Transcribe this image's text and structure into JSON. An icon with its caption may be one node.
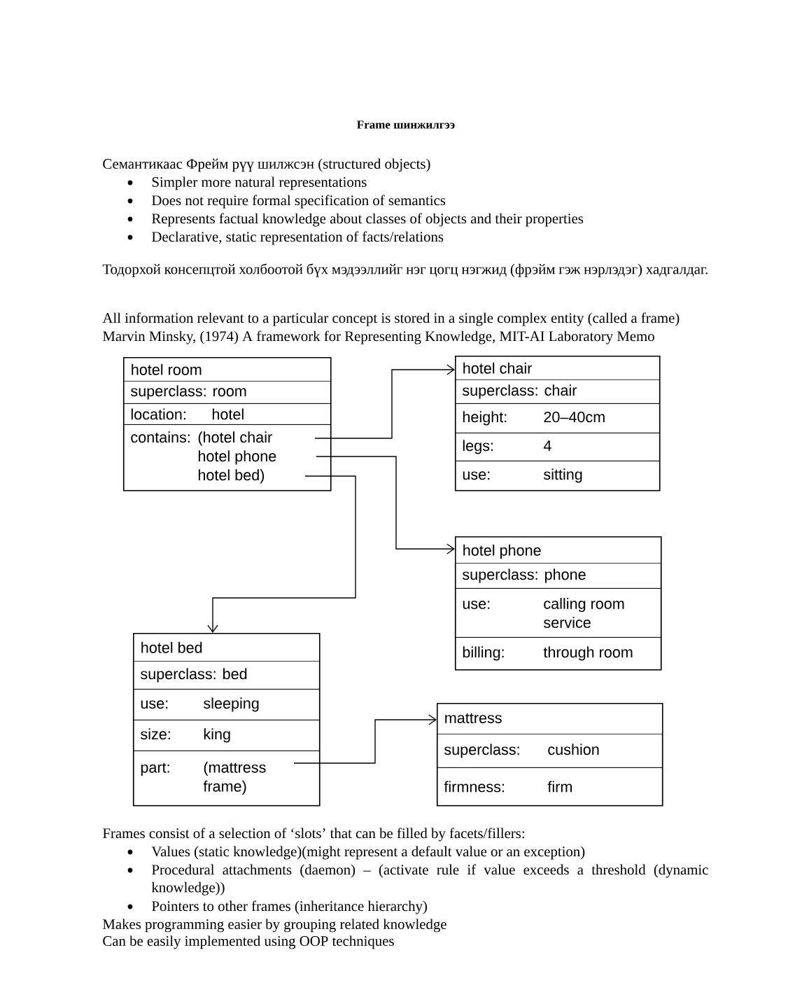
{
  "diagram": {
    "title": "Frame шинжилгээ",
    "nodes": [
      {
        "text": [
          "hotel room"
        ]
      },
      {
        "text": [
          "superclass: room"
        ],
        "in": 0
      },
      {
        "text": [
          "location:",
          "hotel"
        ],
        "in": 0
      },
      {
        "text": [
          "contains:",
          "(hotel chair hotel phone hotel bed)"
        ],
        "in": 0
      },
      {
        "text": [
          "hotel chair"
        ]
      },
      {
        "text": [
          "superclass: chair"
        ],
        "in": 4
      },
      {
        "text": [
          "height:",
          "20–40cm"
        ],
        "in": 4
      },
      {
        "text": [
          "legs:",
          "4"
        ],
        "in": 4
      },
      {
        "text": [
          "use:",
          "sitting"
        ],
        "in": 4
      },
      {
        "text": [
          "hotel phone"
        ]
      },
      {
        "text": [
          "superclass: phone"
        ],
        "in": 9
      },
      {
        "text": [
          "use:",
          "calling room service"
        ],
        "in": 9
      },
      {
        "text": [
          "billing:",
          "through room"
        ],
        "in": 9
      },
      {
        "text": [
          "hotel bed"
        ]
      },
      {
        "text": [
          "superclass: bed"
        ],
        "in": 13
      },
      {
        "text": [
          "use:",
          "sleeping"
        ],
        "in": 13
      },
      {
        "text": [
          "size:",
          "king"
        ],
        "in": 13
      },
      {
        "text": [
          "part:",
          "(mattress frame)"
        ],
        "in": 13
      },
      {
        "text": [
          "mattress"
        ]
      },
      {
        "text": [
          "superclass:",
          "cushion"
        ],
        "in": 18
      },
      {
        "text": [
          "firmness:",
          "firm"
        ],
        "in": 18
      }
    ],
    "edges": [
      {
        "from": 3,
        "to": 4,
        "arrow": "to"
      },
      {
        "from": 3,
        "to": 9,
        "arrow": "to"
      },
      {
        "from": 3,
        "to": 13,
        "arrow": "to"
      },
      {
        "from": 17,
        "to": 18,
        "arrow": "to"
      }
    ],
    "labels": [
      "Семантикаас Фрейм рүү шилжсэн (structured objects)",
      "Simpler more natural representations",
      "Does not require formal specification of semantics",
      "Represents factual knowledge about classes of objects and their properties",
      "Declarative, static representation of facts/relations",
      "Тодорхой консепцтой холбоотой бүх мэдээллийг нэг цогц нэгжид (фрэйм гэж нэрлэдэг) хадгалдаг.",
      "All information relevant to a particular concept is stored in a single complex entity (called a frame)",
      "Marvin Minsky, (1974) A framework for Representing Knowledge, MIT-AI Laboratory Memo",
      "Frames consist of a selection of ‘slots’ that can be filled by facets/fillers:",
      "Values (static knowledge)(might represent a default value or an exception)",
      "Procedural attachments (daemon) – (activate rule if value exceeds a threshold (dynamic knowledge))",
      "Pointers to other frames (inheritance hierarchy)",
      "Makes programming easier by grouping related knowledge",
      "Can be easily implemented using OOP techniques"
    ]
  }
}
